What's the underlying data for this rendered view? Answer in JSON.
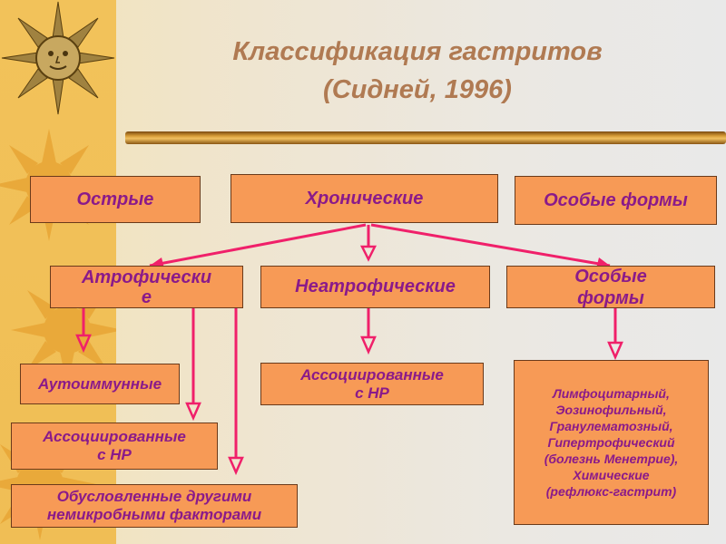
{
  "title": {
    "line1": "Классификация гастритов",
    "line2": "(Сидней, 1996)"
  },
  "top": {
    "acute": "Острые",
    "chronic": "Хронические",
    "special": "Особые формы"
  },
  "middle": {
    "atrophic": "Атрофически\nе",
    "nonatrophic": "Неатрофические",
    "special": "Особые\nформы"
  },
  "leaves": {
    "autoimmune": "Аутоиммунные",
    "associated_atrophic": "Ассоциированные\nс НР",
    "other_factors": "Обусловленные другими\nнемикробными факторами",
    "associated_nonatrophic": "Ассоциированные\nс НР",
    "special_list": "Лимфоцитарный,\nЭозинофильный,\nГранулематозный,\nГипертрофический\n(болезнь Менетрие),\nХимические\n(рефлюкс-гастрит)"
  },
  "colors": {
    "box_fill": "#f79a56",
    "box_text": "#8a1a8a",
    "arrow": "#f0206a",
    "title": "#b07a52",
    "sidebar": "#f2c25a"
  },
  "icons": [
    "sun-face-icon",
    "sun-icon"
  ]
}
